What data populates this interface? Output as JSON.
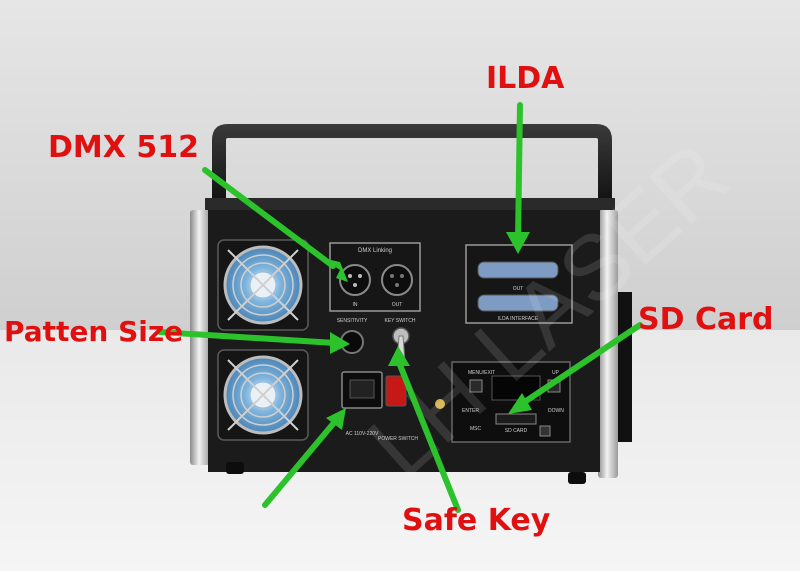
{
  "callouts": {
    "ilda": "ILDA",
    "dmx": "DMX 512",
    "patten": "Patten Size",
    "sd": "SD Card",
    "safe": "Safe Key"
  },
  "panel_labels": {
    "dmx_linking": "DMX Linking",
    "dmx_in": "IN",
    "dmx_out": "OUT",
    "sensitivity": "SENSITIVITY",
    "key_switch": "KEY SWITCH",
    "ilda_out": "OUT",
    "ilda_interface": "ILDA INTERFACE",
    "ac_input": "AC 110V-220V",
    "power_switch": "POWER SWITCH",
    "menu_exit": "MENU/EXIT",
    "enter": "ENTER",
    "up": "UP",
    "down": "DOWN",
    "sd_card": "SD CARD",
    "msc": "MSC"
  },
  "watermark": "LH LASER",
  "colors": {
    "callout_text": "#e01010",
    "arrow": "#2cc22c",
    "panel": "#1b1b1b",
    "background": "#dcdcdc"
  }
}
